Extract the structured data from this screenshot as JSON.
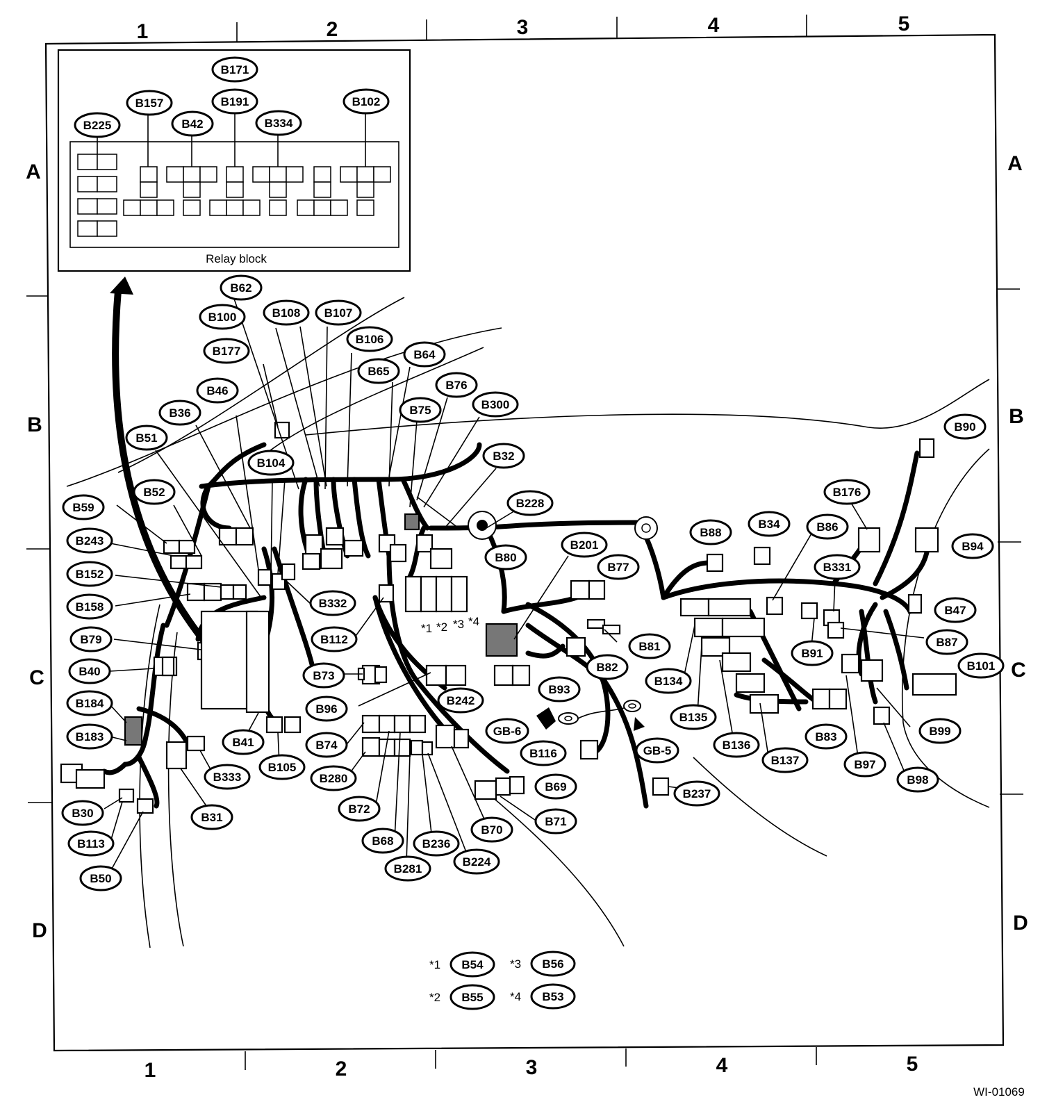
{
  "columns": [
    "1",
    "2",
    "3",
    "4",
    "5"
  ],
  "rows": [
    "A",
    "B",
    "C",
    "D"
  ],
  "inset": {
    "caption": "Relay block"
  },
  "labels": {
    "B171": "B171",
    "B157": "B157",
    "B191": "B191",
    "B102": "B102",
    "B225": "B225",
    "B42": "B42",
    "B334": "B334",
    "B62": "B62",
    "B100": "B100",
    "B108": "B108",
    "B107": "B107",
    "B106": "B106",
    "B177": "B177",
    "B64": "B64",
    "B65": "B65",
    "B46": "B46",
    "B76": "B76",
    "B36": "B36",
    "B75": "B75",
    "B300": "B300",
    "B51": "B51",
    "B104": "B104",
    "B32": "B32",
    "B52": "B52",
    "B228": "B228",
    "B59": "B59",
    "B243": "B243",
    "B152": "B152",
    "B158": "B158",
    "B79": "B79",
    "B40": "B40",
    "B184": "B184",
    "B183": "B183",
    "B30": "B30",
    "B113": "B113",
    "B50": "B50",
    "B31": "B31",
    "B333": "B333",
    "B41": "B41",
    "B105": "B105",
    "B332": "B332",
    "B112": "B112",
    "B73": "B73",
    "B96": "B96",
    "B74": "B74",
    "B280": "B280",
    "B72": "B72",
    "B68": "B68",
    "B281": "B281",
    "B236": "B236",
    "B224": "B224",
    "B70": "B70",
    "B71": "B71",
    "B69": "B69",
    "B242": "B242",
    "B80": "B80",
    "B201": "B201",
    "B77": "B77",
    "B81": "B81",
    "B82": "B82",
    "B93": "B93",
    "GB6": "GB-6",
    "B116": "B116",
    "GB5": "GB-5",
    "B237": "B237",
    "B88": "B88",
    "B34": "B34",
    "B86": "B86",
    "B176": "B176",
    "B90": "B90",
    "B94": "B94",
    "B331": "B331",
    "B47": "B47",
    "B87": "B87",
    "B91": "B91",
    "B101": "B101",
    "B134": "B134",
    "B135": "B135",
    "B136": "B136",
    "B137": "B137",
    "B83": "B83",
    "B97": "B97",
    "B98": "B98",
    "B99": "B99"
  },
  "marks": {
    "m1": "*1",
    "m2": "*2",
    "m3": "*3",
    "m4": "*4"
  },
  "legend": [
    {
      "mark": "*1",
      "connector": "B54"
    },
    {
      "mark": "*2",
      "connector": "B55"
    },
    {
      "mark": "*3",
      "connector": "B56"
    },
    {
      "mark": "*4",
      "connector": "B53"
    }
  ],
  "figure_id": "WI-01069"
}
